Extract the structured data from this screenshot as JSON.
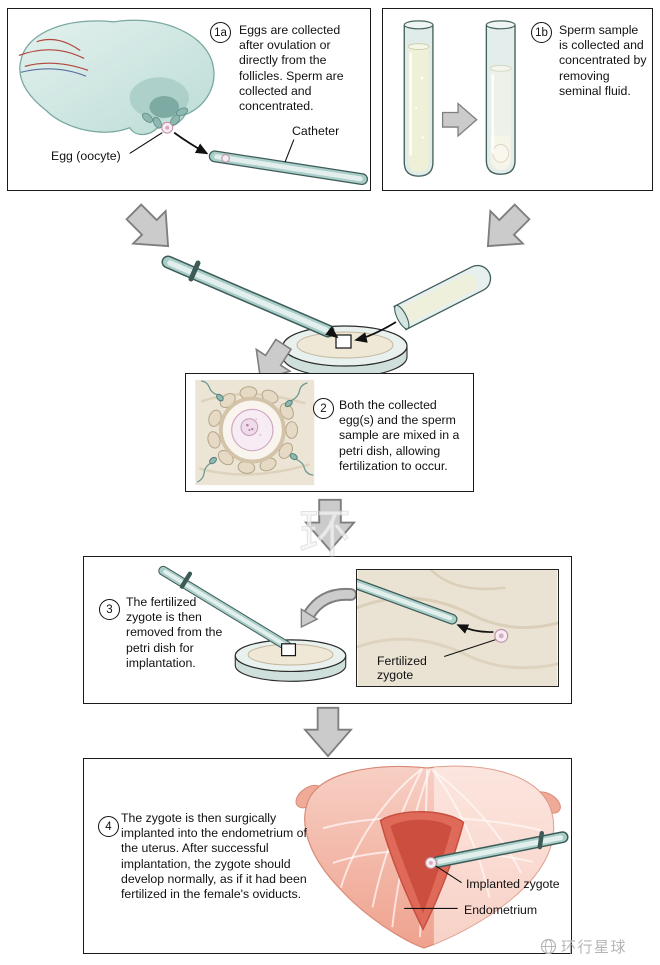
{
  "step1a": {
    "num": "1a",
    "text": "Eggs are collected after ovulation or directly from the follicles. Sperm are collected and concentrated.",
    "label_egg": "Egg (oocyte)",
    "label_catheter": "Catheter"
  },
  "step1b": {
    "num": "1b",
    "text": "Sperm sample is collected and concentrated by removing seminal fluid."
  },
  "step2": {
    "num": "2",
    "text": "Both the collected egg(s) and the sperm sample are mixed in a petri dish, allowing fertilization to occur."
  },
  "step3": {
    "num": "3",
    "text": "The fertilized zygote is then removed from the petri dish for implantation.",
    "label_zygote": "Fertilized zygote"
  },
  "step4": {
    "num": "4",
    "text": "The zygote is then surgically implanted into the endometrium of the uterus. After successful implantation, the zygote should develop normally, as if it had been fertilized in the female's oviducts.",
    "label_implanted": "Implanted zygote",
    "label_endometrium": "Endometrium"
  },
  "watermark": {
    "center": "环",
    "brand": "环行星球"
  },
  "colors": {
    "tissue_teal": "#cfe5e1",
    "instrument_teal": "#a9cdc8",
    "flow_arrow_gray": "#cbcbcb",
    "media_beige": "#ece4d4",
    "uterus_pink": "#f2b5a6",
    "cavity_red": "#e06a59",
    "line_black": "#111111"
  }
}
